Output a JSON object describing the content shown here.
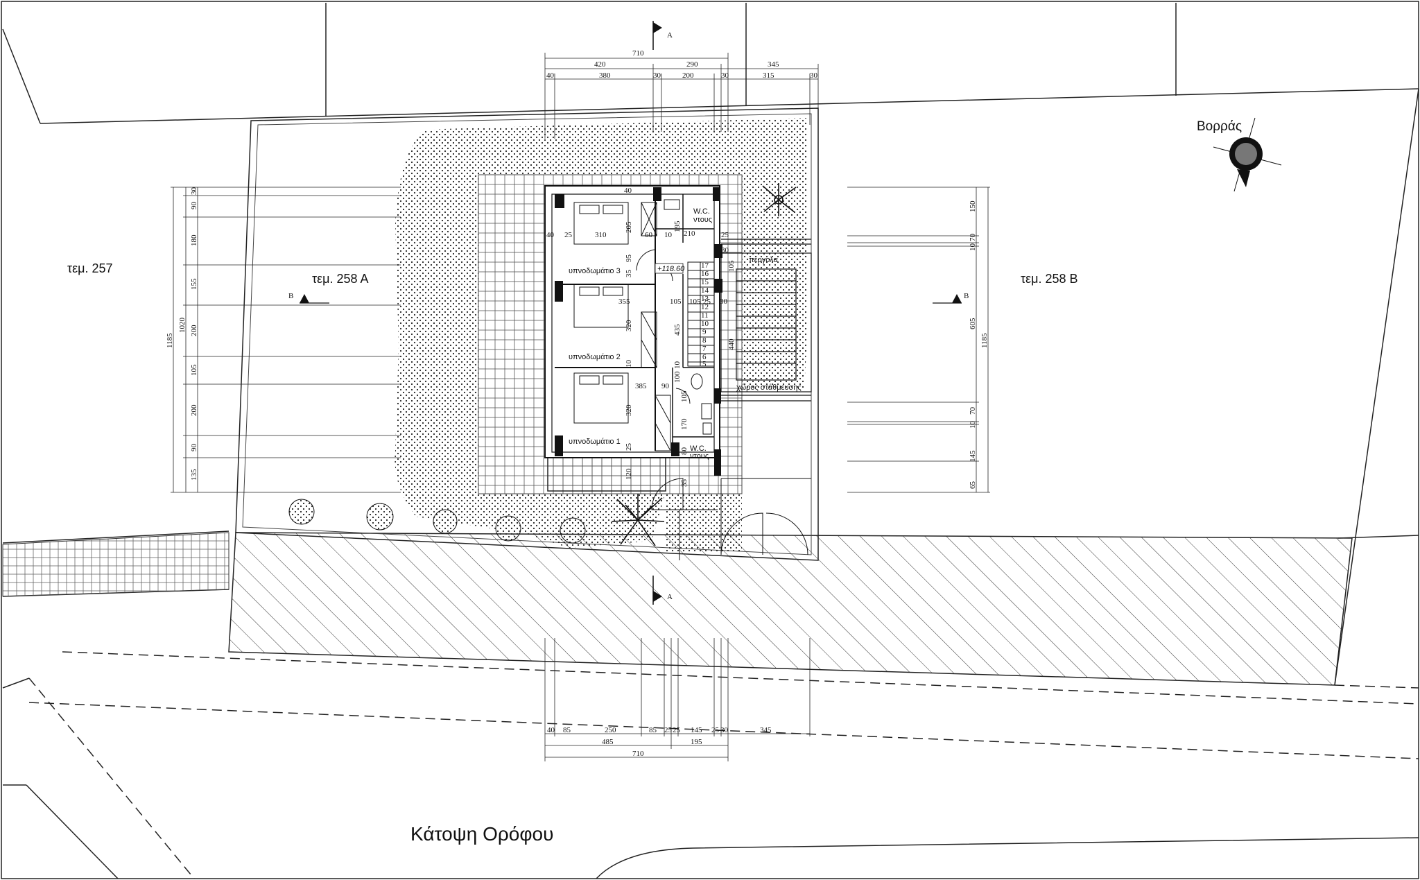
{
  "drawing": {
    "title": "Κάτοψη  Ορόφου",
    "north_label": "Βορράς",
    "plots": {
      "left": "τεμ. 257",
      "center": "τεμ. 258 Α",
      "right": "τεμ. 258 Β"
    },
    "section_markers": {
      "a_top": "A",
      "a_bottom": "A",
      "b_left": "B",
      "b_right": "B"
    },
    "rooms": {
      "bedroom_3": "υπνοδωμάτιο 3",
      "bedroom_2": "υπνοδωμάτιο 2",
      "bedroom_1": "υπνοδωμάτιο 1",
      "wc_top_1": "W.C.",
      "wc_top_2": "ντους",
      "wc_bottom_1": "W.C.",
      "wc_bottom_2": "ντους",
      "pergola": "πέργολα",
      "parking": "χώρος στάθμευσης",
      "level": "+118.60"
    },
    "dimensions": {
      "top_total": "710",
      "top_row2": [
        "420",
        "290",
        "345"
      ],
      "top_row3": [
        "40",
        "380",
        "30",
        "200",
        "30",
        "315",
        "30"
      ],
      "bottom_row1": [
        "40",
        "85",
        "250",
        "85",
        "25",
        "25",
        "145",
        "25",
        "30",
        "345"
      ],
      "bottom_row2": [
        "485",
        "195"
      ],
      "bottom_total": "710",
      "left_total": "1185",
      "left_sub": "1020",
      "left_parts": [
        "30",
        "90",
        "180",
        "155",
        "200",
        "105",
        "200",
        "90",
        "135"
      ],
      "right_total": "1185",
      "right_parts": [
        "150",
        "70",
        "10",
        "605",
        "70",
        "10",
        "145",
        "65"
      ],
      "interior": [
        "310",
        "205",
        "60",
        "10",
        "195",
        "210",
        "25",
        "40",
        "25",
        "95",
        "35",
        "355",
        "105",
        "105",
        "25",
        "30",
        "320",
        "435",
        "440",
        "105",
        "385",
        "90",
        "100",
        "10",
        "105",
        "320",
        "170",
        "80",
        "25",
        "120",
        "35",
        "10",
        "40",
        "30"
      ]
    },
    "stair_steps": [
      "17",
      "16",
      "15",
      "14",
      "13",
      "12",
      "11",
      "10",
      "9",
      "8",
      "7",
      "6",
      "5"
    ]
  }
}
